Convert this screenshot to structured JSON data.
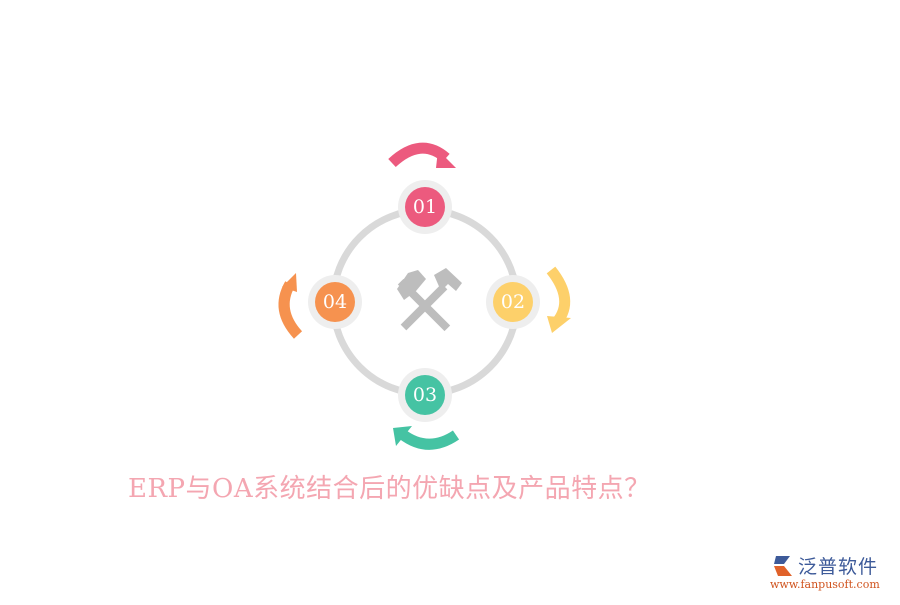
{
  "diagram": {
    "title": "ERP与OA系统结合后的优缺点及产品特点？",
    "center_icon": "crossed-hammers-icon",
    "ring_color": "#d9d9d9",
    "node_halo_color": "#eeeeee",
    "nodes": [
      {
        "label": "01",
        "color": "#ec5a7e",
        "position": "top"
      },
      {
        "label": "02",
        "color": "#fdd06a",
        "position": "right"
      },
      {
        "label": "03",
        "color": "#45c3a3",
        "position": "bottom"
      },
      {
        "label": "04",
        "color": "#f6924f",
        "position": "left"
      }
    ]
  },
  "logo": {
    "name": "泛普软件",
    "url": "www.fanpusoft.com"
  }
}
